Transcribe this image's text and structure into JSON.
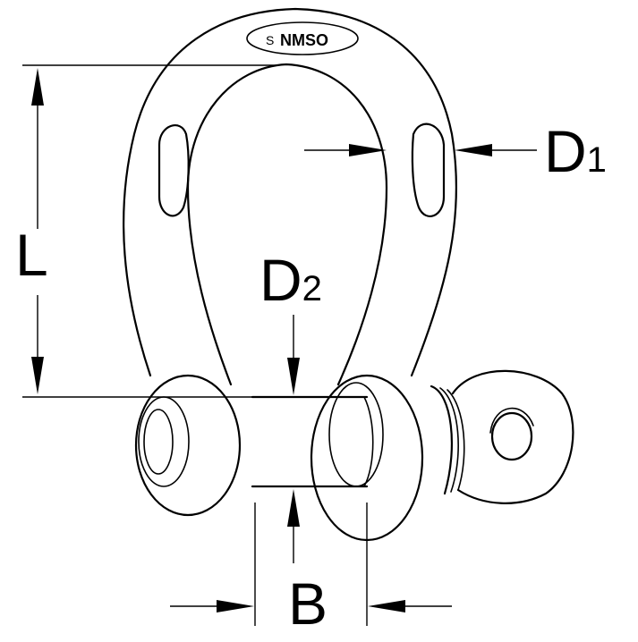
{
  "drawing": {
    "stamp": {
      "prefix": "S",
      "main": "NMSO"
    },
    "labels": {
      "L": "L",
      "B": "B",
      "D1": {
        "base": "D",
        "sub": "1"
      },
      "D2": {
        "base": "D",
        "sub": "2"
      }
    },
    "stroke_color": "#000000",
    "background": "#ffffff"
  }
}
